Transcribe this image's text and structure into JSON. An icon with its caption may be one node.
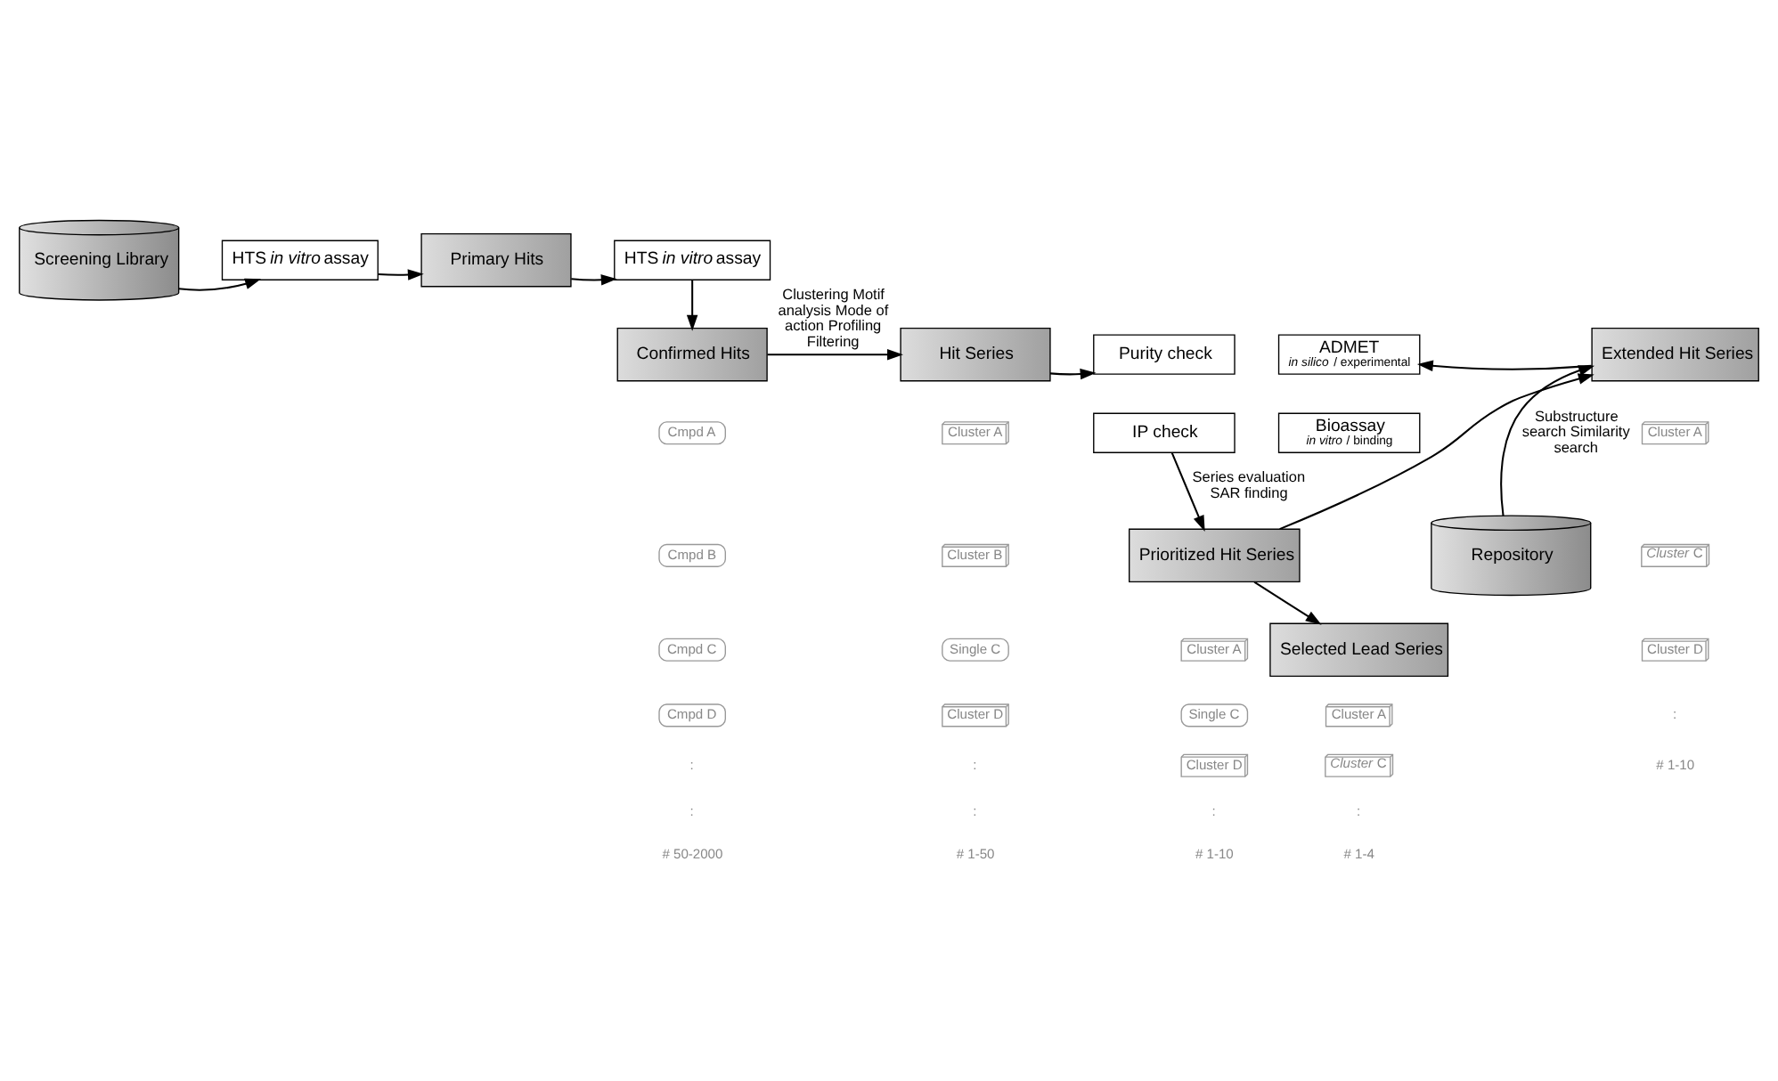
{
  "diagram": {
    "nodes": [
      {
        "text": [
          "Screening Library"
        ]
      },
      {
        "text": [
          "HTS *in vitro* assay"
        ]
      },
      {
        "text": [
          "Primary Hits"
        ]
      },
      {
        "text": [
          "HTS *in vitro* assay"
        ]
      },
      {
        "text": [
          "Confirmed Hits"
        ]
      },
      {
        "text": [
          "Hit Series"
        ]
      },
      {
        "text": [
          "Purity check"
        ]
      },
      {
        "text": [
          "ADMET",
          "*in silico* / experimental"
        ]
      },
      {
        "text": [
          "IP check"
        ]
      },
      {
        "text": [
          "Bioassay",
          "*in vitro* / binding"
        ]
      },
      {
        "text": [
          "Extended Hit Series"
        ]
      },
      {
        "text": [
          "Prioritized Hit Series"
        ]
      },
      {
        "text": [
          "Selected Lead Series"
        ]
      },
      {
        "text": [
          "Repository"
        ]
      },
      {
        "text": [
          "Cmpd A"
        ]
      },
      {
        "text": [
          "Cmpd B"
        ]
      },
      {
        "text": [
          "Cmpd C"
        ]
      },
      {
        "text": [
          "Cmpd D"
        ]
      },
      {
        "text": [
          "Cluster A"
        ]
      },
      {
        "text": [
          "Cluster B"
        ]
      },
      {
        "text": [
          "Single C"
        ]
      },
      {
        "text": [
          "Cluster D"
        ]
      },
      {
        "text": [
          "Cluster A"
        ]
      },
      {
        "text": [
          "*Cluster* C"
        ]
      },
      {
        "text": [
          "Cluster D"
        ]
      },
      {
        "text": [
          "Cluster A"
        ]
      },
      {
        "text": [
          "Single C"
        ]
      },
      {
        "text": [
          "Cluster D"
        ]
      },
      {
        "text": [
          "Cluster A"
        ]
      },
      {
        "text": [
          "*Cluster* C"
        ]
      }
    ],
    "edges": [
      {
        "from": 0,
        "to": 1,
        "arrow": "to"
      },
      {
        "from": 1,
        "to": 2,
        "arrow": "to"
      },
      {
        "from": 2,
        "to": 3,
        "arrow": "to"
      },
      {
        "from": 3,
        "to": 4,
        "arrow": "to"
      },
      {
        "from": 4,
        "to": 5,
        "arrow": "to",
        "label": "Clustering Motif analysis Mode of action Profiling Filtering"
      },
      {
        "from": 5,
        "to": 6,
        "arrow": "to"
      },
      {
        "from": 10,
        "to": 7,
        "arrow": "to"
      },
      {
        "from": 8,
        "to": 11,
        "arrow": "to",
        "label": "Series evaluation SAR finding"
      },
      {
        "from": 11,
        "to": 12,
        "arrow": "to"
      },
      {
        "from": 13,
        "to": 10,
        "arrow": "to",
        "label": "Substructure search Similarity search"
      },
      {
        "from": 11,
        "to": 10,
        "arrow": "to"
      }
    ],
    "labels": [
      ":",
      ":",
      "# 50-2000",
      ":",
      ":",
      "# 1-50",
      ":",
      "# 1-10",
      ":",
      "# 1-10",
      ":",
      "# 1-4"
    ]
  }
}
